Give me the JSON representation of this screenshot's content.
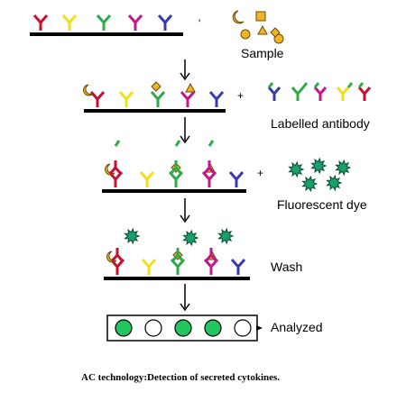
{
  "labels": {
    "sample": "Sample",
    "labelled_antibody": "Labelled antibody",
    "fluorescent_dye": "Fluorescent dye",
    "wash": "Wash",
    "analyzed": "Analyzed",
    "plus": "+",
    "dot": "'"
  },
  "caption": "AC technology:Detection of secreted cytokines.",
  "colors": {
    "red": "#c8102e",
    "yellow": "#f2df1c",
    "green": "#2eaa4a",
    "magenta": "#c2188a",
    "blue": "#3a3ab0",
    "cytokine": "#f0b429",
    "dye": "#1aa06a",
    "plate": "#000000",
    "well_fill": "#22c55e"
  },
  "antibody_color_order": [
    "red",
    "yellow",
    "green",
    "magenta",
    "blue"
  ],
  "wells": [
    true,
    false,
    true,
    true,
    false
  ]
}
